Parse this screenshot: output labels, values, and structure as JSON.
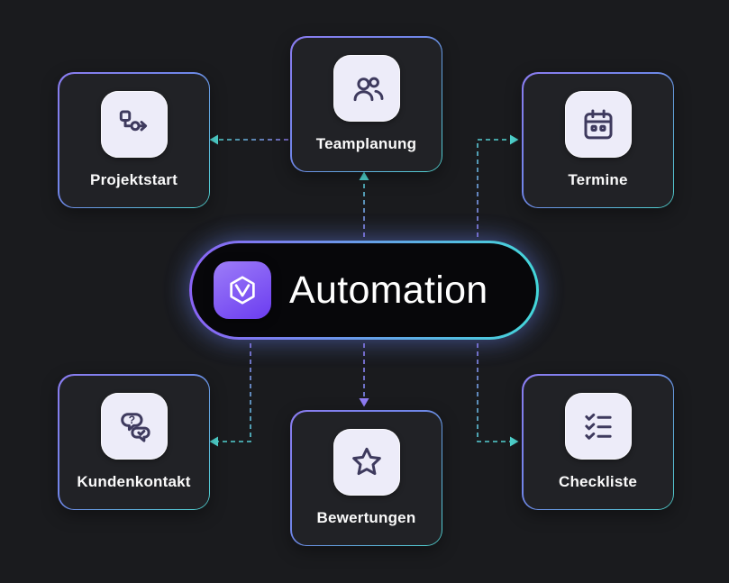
{
  "center": {
    "title": "Automation",
    "logo_icon": "gem-hexagon-icon"
  },
  "nodes": [
    {
      "id": "projektstart",
      "label": "Projektstart",
      "icon": "workflow-icon"
    },
    {
      "id": "teamplanung",
      "label": "Teamplanung",
      "icon": "team-users-icon"
    },
    {
      "id": "termine",
      "label": "Termine",
      "icon": "calendar-icon"
    },
    {
      "id": "kundenkontakt",
      "label": "Kundenkontakt",
      "icon": "chat-bubbles-icon"
    },
    {
      "id": "bewertungen",
      "label": "Bewertungen",
      "icon": "star-icon"
    },
    {
      "id": "checkliste",
      "label": "Checkliste",
      "icon": "checklist-icon"
    }
  ],
  "connections": [
    {
      "from": "center",
      "to": "teamplanung",
      "style": "dashed-arrow"
    },
    {
      "from": "teamplanung",
      "to": "projektstart",
      "style": "dashed-arrow"
    },
    {
      "from": "center",
      "to": "termine",
      "style": "dashed-arrow"
    },
    {
      "from": "center",
      "to": "kundenkontakt",
      "style": "dashed-arrow"
    },
    {
      "from": "center",
      "to": "bewertungen",
      "style": "dashed-arrow"
    },
    {
      "from": "center",
      "to": "checkliste",
      "style": "dashed-arrow"
    }
  ],
  "icons": {
    "question_glyph": "?"
  },
  "colors": {
    "background": "#1a1b1e",
    "card_background": "#212226",
    "tile_background": "#edecf9",
    "icon_stroke": "#3e3a5e",
    "accent_purple": "#8a63f6",
    "accent_teal": "#43d7da",
    "label_text": "#fafafa",
    "pill_background": "#07070a"
  }
}
